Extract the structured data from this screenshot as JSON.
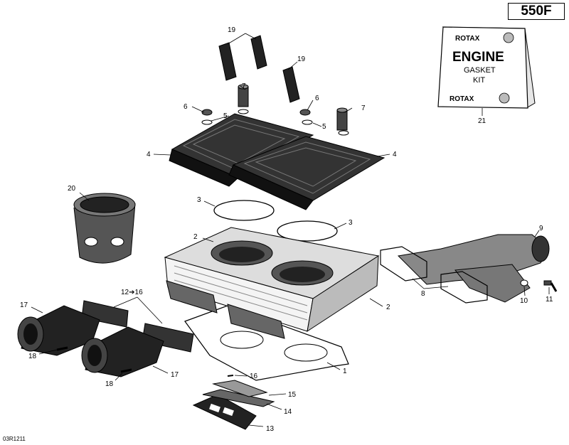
{
  "model_badge": "550F",
  "diagram_ref": "03R1211",
  "gasket_kit": {
    "brand_top": "ROTAX",
    "brand_bottom": "ROTAX",
    "line1": "ENGINE",
    "line2": "GASKET",
    "line3": "KIT"
  },
  "callouts": {
    "c1": "1",
    "c2a": "2",
    "c2b": "2",
    "c3a": "3",
    "c3b": "3",
    "c4a": "4",
    "c4b": "4",
    "c5a": "5",
    "c5b": "5",
    "c6a": "6",
    "c6b": "6",
    "c7a": "7",
    "c7b": "7",
    "c8": "8",
    "c9": "9",
    "c10": "10",
    "c11": "11",
    "c12_16": "12➔16",
    "c13": "13",
    "c14": "14",
    "c15": "15",
    "c16": "16",
    "c17a": "17",
    "c17b": "17",
    "c18a": "18",
    "c18b": "18",
    "c19a": "19",
    "c19b": "19",
    "c20": "20",
    "c21": "21"
  }
}
